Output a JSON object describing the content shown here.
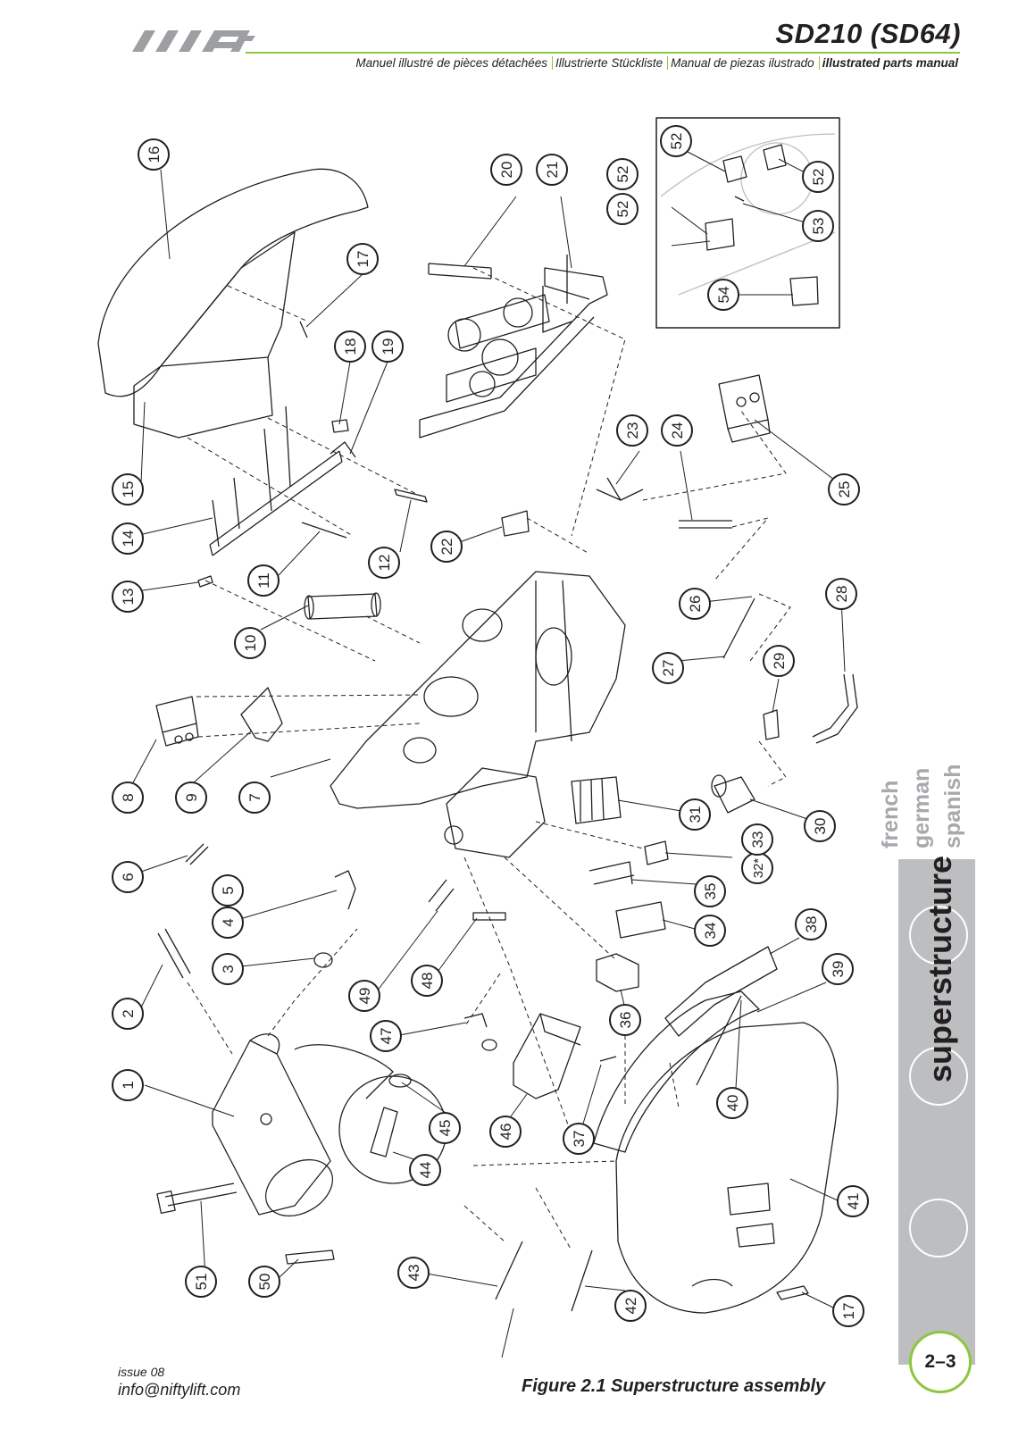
{
  "header": {
    "logo_text": "lift",
    "model": "SD210 (SD64)",
    "subtitles": [
      "Manuel illustré de pièces détachées",
      "Illustrierte Stückliste",
      "Manual de piezas ilustrado",
      "illustrated parts manual"
    ]
  },
  "callouts": {
    "c1": "1",
    "c2": "2",
    "c3": "3",
    "c4": "4",
    "c5": "5",
    "c6": "6",
    "c7": "7",
    "c8": "8",
    "c9": "9",
    "c10": "10",
    "c11": "11",
    "c12": "12",
    "c13": "13",
    "c14": "14",
    "c15": "15",
    "c16": "16",
    "c17a": "17",
    "c17b": "17",
    "c18": "18",
    "c19": "19",
    "c20": "20",
    "c21": "21",
    "c22": "22",
    "c23": "23",
    "c24": "24",
    "c25": "25",
    "c26": "26",
    "c27": "27",
    "c28": "28",
    "c29": "29",
    "c30": "30",
    "c31": "31",
    "c32": "32*",
    "c33": "33",
    "c34": "34",
    "c35": "35",
    "c36": "36",
    "c37": "37",
    "c38": "38",
    "c39": "39",
    "c40": "40",
    "c41": "41",
    "c42": "42",
    "c43": "43",
    "c44": "44",
    "c45": "45",
    "c46": "46",
    "c47": "47",
    "c48": "48",
    "c49": "49",
    "c50": "50",
    "c51": "51",
    "c52a": "52",
    "c52b": "52",
    "c52c": "52",
    "c52d": "52",
    "c53": "53",
    "c54": "54"
  },
  "side_tab": {
    "languages": [
      "french",
      "german",
      "spanish"
    ],
    "category": "superstructure"
  },
  "page_number": "2–3",
  "footer": {
    "issue": "issue 08",
    "email": "info@niftylift.com",
    "caption": "Figure 2.1  Superstructure assembly"
  },
  "colors": {
    "accent": "#8dc63f",
    "tab_grey": "#bcbec0",
    "lang_grey": "#a7a9ac"
  }
}
